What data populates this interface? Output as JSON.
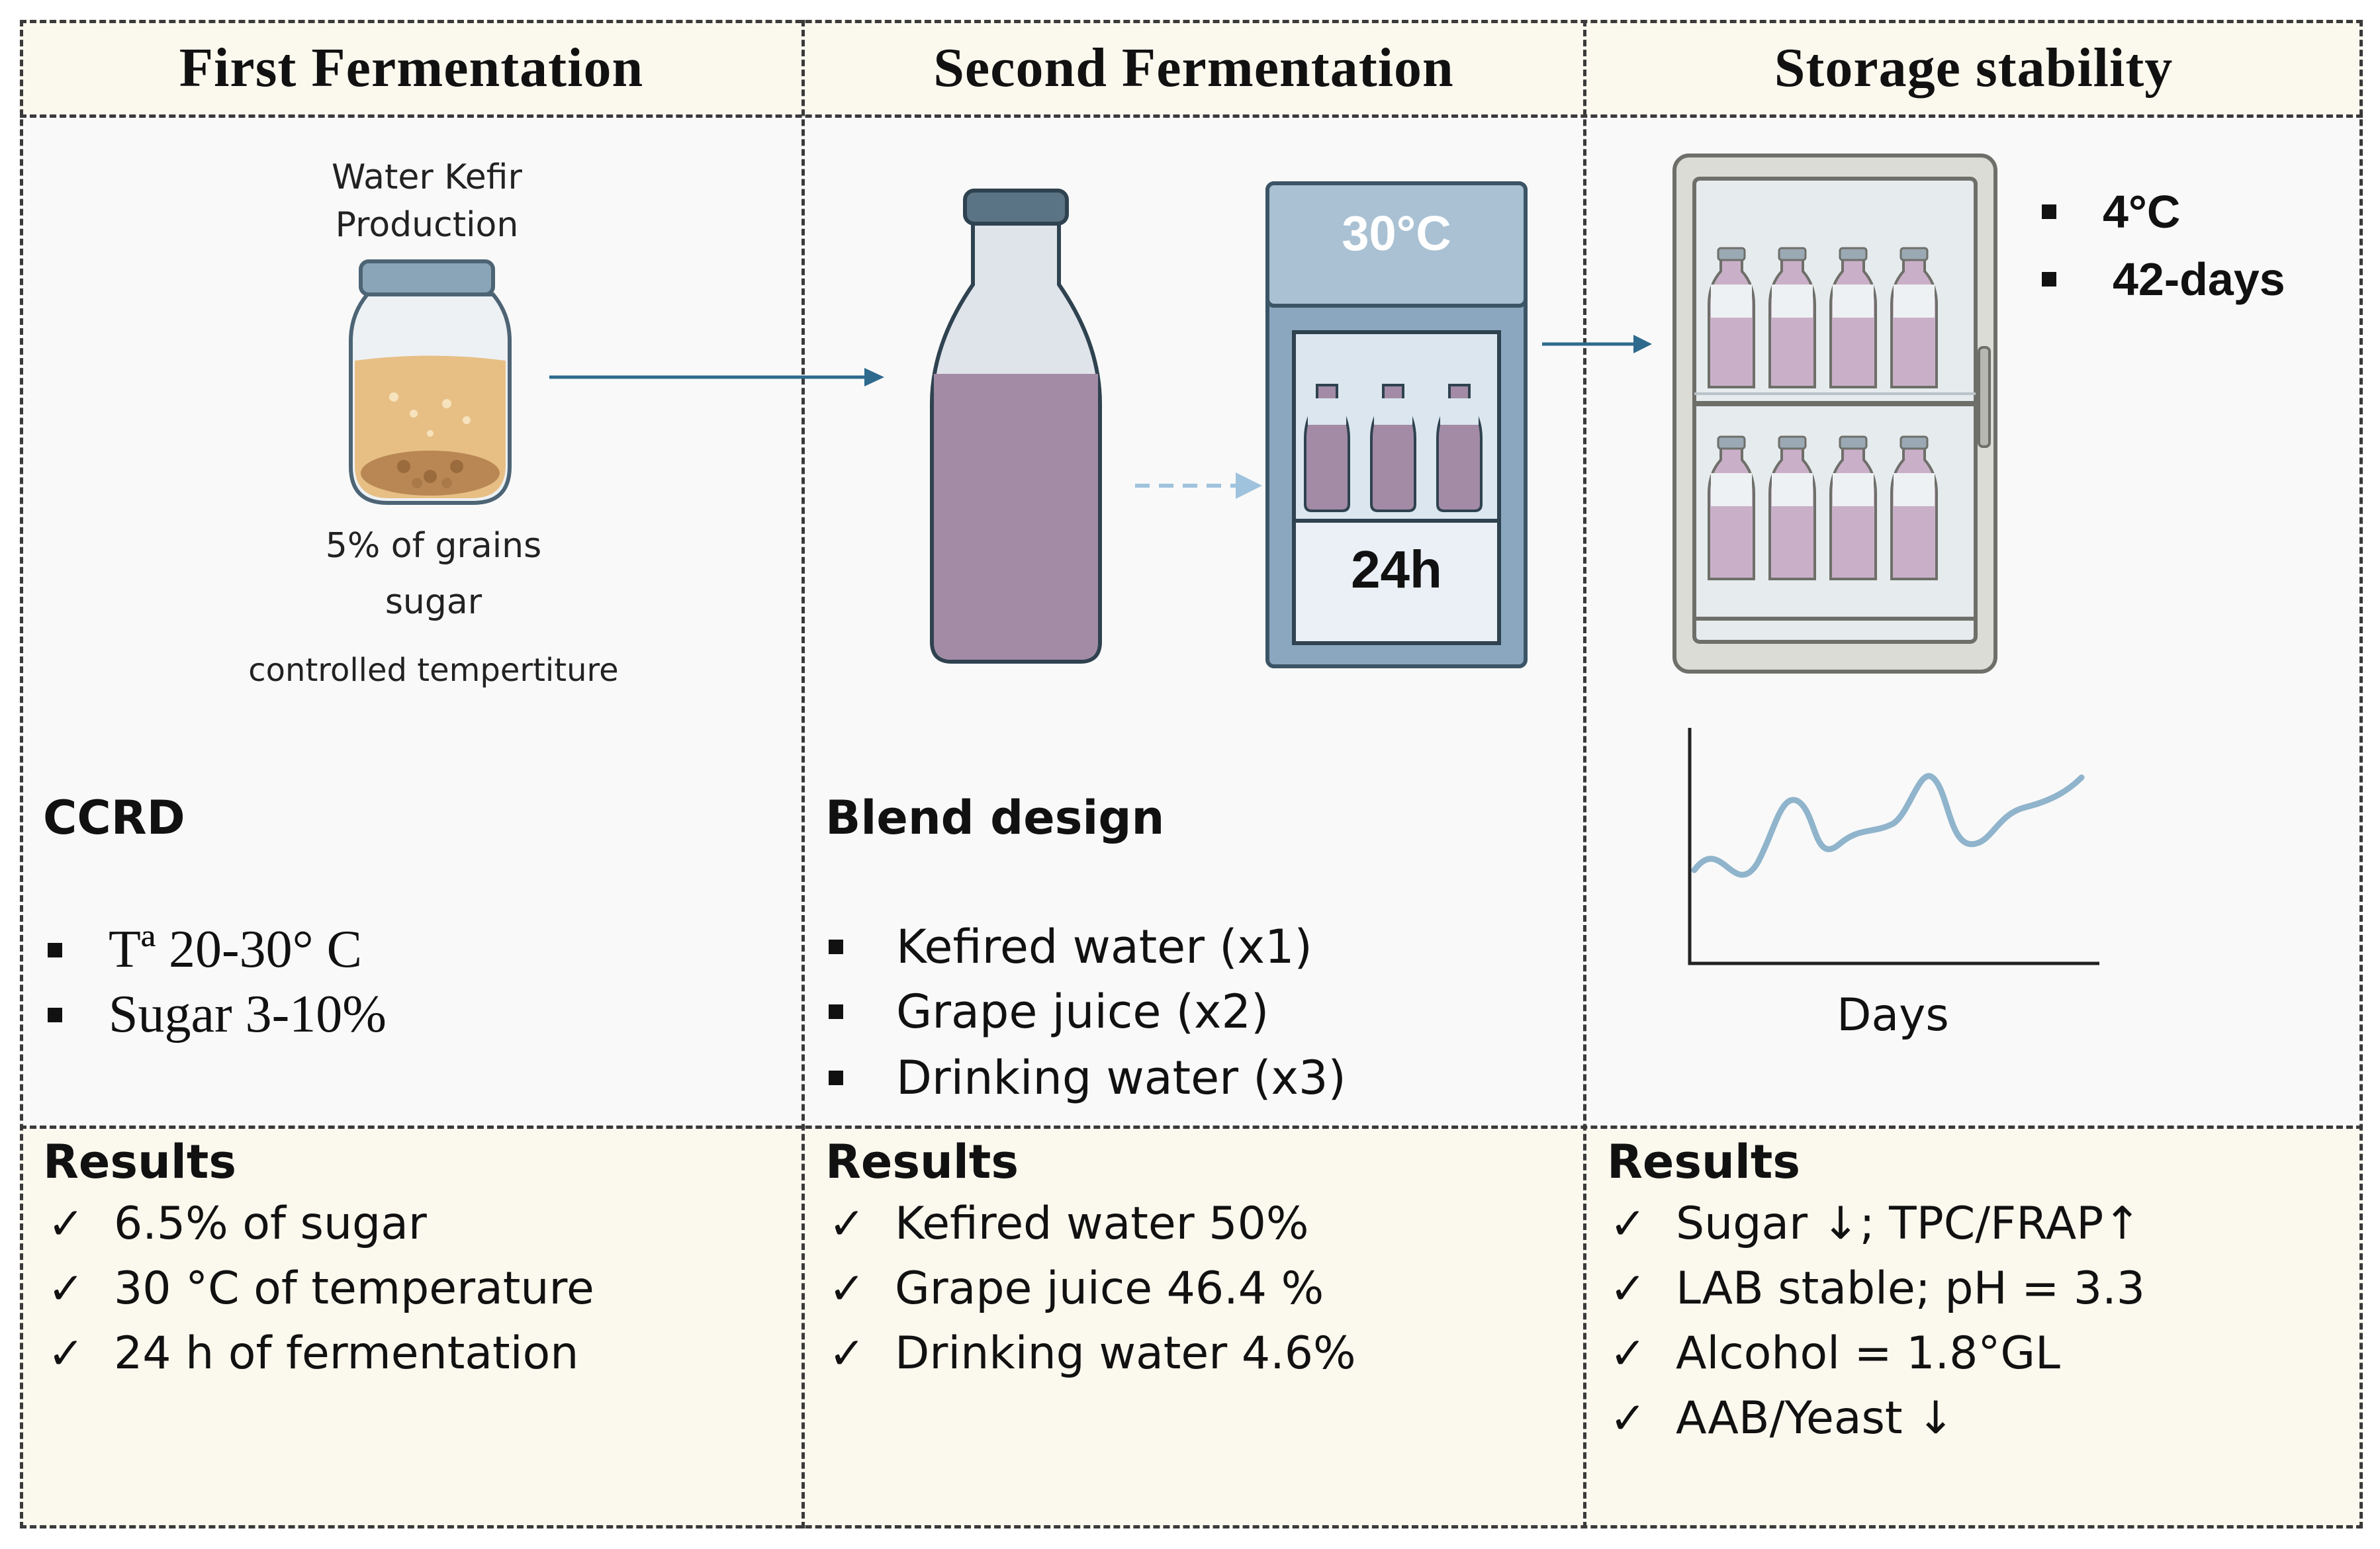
{
  "headers": {
    "first": "First Fermentation",
    "second": "Second Fermentation",
    "storage": "Storage stability"
  },
  "first_fermentation": {
    "jar_title_line1": "Water Kefir",
    "jar_title_line2": "Production",
    "conditions": [
      "5% of grains",
      "sugar",
      "controlled tempertiture"
    ],
    "design_title": "CCRD",
    "design_items": [
      "Tª 20-30° C",
      "Sugar 3-10%"
    ]
  },
  "second_fermentation": {
    "incubator_temp": "30°C",
    "incubator_time": "24h",
    "design_title": "Blend design",
    "design_items": [
      "Kefired water (x1)",
      "Grape juice (x2)",
      "Drinking water (x3)"
    ]
  },
  "storage": {
    "items": [
      "4°C",
      "42-days"
    ],
    "graph_xlabel": "Days"
  },
  "results": {
    "first": {
      "title": "Results",
      "items": [
        "6.5% of sugar",
        "30 °C of temperature",
        "24 h of fermentation"
      ]
    },
    "second": {
      "title": "Results",
      "items": [
        "Kefired water 50%",
        "Grape juice 46.4 %",
        "Drinking water 4.6%"
      ]
    },
    "storage": {
      "title": "Results",
      "items": [
        "Sugar ↓; TPC/FRAP↑",
        "LAB stable; pH = 3.3",
        "Alcohol = 1.8°GL",
        "AAB/Yeast ↓"
      ]
    }
  },
  "icons": {
    "check": "✓",
    "flow_arrow_color": "#2e6a8e",
    "dashed_arrow_color": "#9fc3dd",
    "drink_color": "#a38ba5",
    "incubator_color": "#8aa7bf",
    "graph_line_color": "#8fb4cc"
  }
}
